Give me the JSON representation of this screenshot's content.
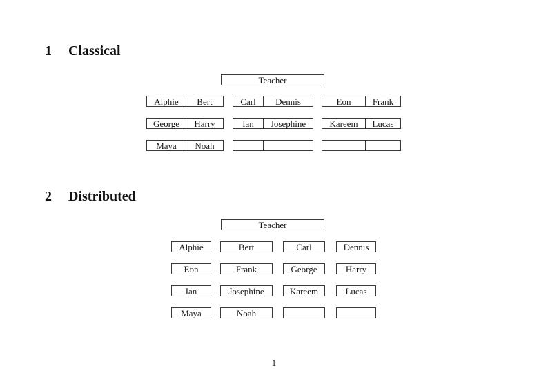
{
  "page_number": "1",
  "classical": {
    "number": "1",
    "title": "Classical",
    "teacher": "Teacher",
    "rows": [
      [
        [
          "Alphie",
          "Bert"
        ],
        [
          "Carl",
          "Dennis"
        ],
        [
          "Eon",
          "Frank"
        ]
      ],
      [
        [
          "George",
          "Harry"
        ],
        [
          "Ian",
          "Josephine"
        ],
        [
          "Kareem",
          "Lucas"
        ]
      ],
      [
        [
          "Maya",
          "Noah"
        ],
        [
          "",
          ""
        ],
        [
          "",
          ""
        ]
      ]
    ]
  },
  "distributed": {
    "number": "2",
    "title": "Distributed",
    "teacher": "Teacher",
    "rows": [
      [
        "Alphie",
        "Bert",
        "Carl",
        "Dennis"
      ],
      [
        "Eon",
        "Frank",
        "George",
        "Harry"
      ],
      [
        "Ian",
        "Josephine",
        "Kareem",
        "Lucas"
      ],
      [
        "Maya",
        "Noah",
        "",
        ""
      ]
    ]
  }
}
